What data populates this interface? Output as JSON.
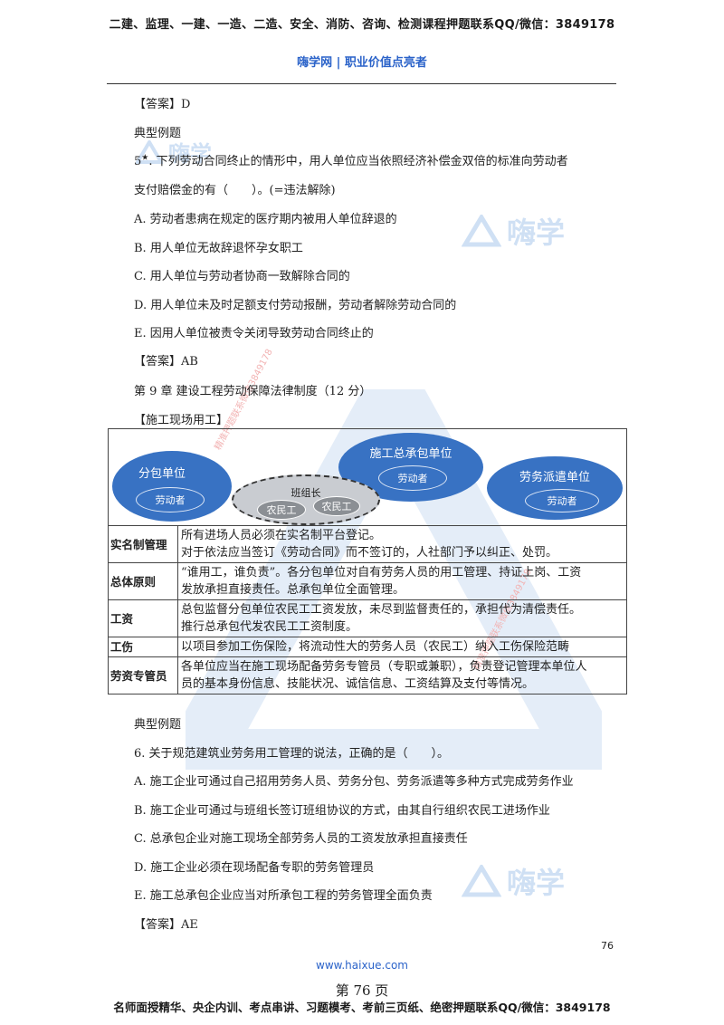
{
  "header": {
    "top_line": "二建、监理、一建、一造、二造、安全、消防、咨询、检测课程押题联系QQ/微信：3849178",
    "brand": "嗨学网 | 职业价值点亮者"
  },
  "watermark": {
    "text": "嗨学",
    "stamp": "精准押题联系微信3849178"
  },
  "block1": {
    "answer_prev": "【答案】D",
    "example_label": "典型例题",
    "q5_num": "5",
    "q5_star": "★",
    "q5_line1": ". 下列劳动合同终止的情形中，用人单位应当依照经济补偿金双倍的标准向劳动者",
    "q5_line2": "支付赔偿金的有（　　）。(=违法解除)",
    "options": [
      "A.  劳动者患病在规定的医疗期内被用人单位辞退的",
      "B.  用人单位无故辞退怀孕女职工",
      "C.  用人单位与劳动者协商一致解除合同的",
      "D.  用人单位未及时足额支付劳动报酬，劳动者解除劳动合同的",
      "E.  因用人单位被责令关闭导致劳动合同终止的"
    ],
    "answer": "【答案】AB",
    "chapter": "第 9 章  建设工程劳动保障法律制度（12 分）",
    "section": "【施工现场用工】"
  },
  "diagram": {
    "subcontractor": "分包单位",
    "subcontractor_inner": "劳动者",
    "general_contractor": "施工总承包单位",
    "general_inner": "劳动者",
    "dispatch": "劳务派遣单位",
    "dispatch_inner": "劳动者",
    "team_leader": "班组长",
    "worker1": "农民工",
    "worker2": "农民工"
  },
  "table": {
    "rows": [
      {
        "key": "实名制管理",
        "lines": [
          "所有进场人员必须在实名制平台登记。",
          "对于依法应当签订《劳动合同》而不签订的，人社部门予以纠正、处罚。"
        ]
      },
      {
        "key": "总体原则",
        "lines": [
          "“谁用工，谁负责”。各分包单位对自有劳务人员的用工管理、持证上岗、工资",
          "发放承担直接责任。总承包单位全面管理。"
        ]
      },
      {
        "key": "工资",
        "lines": [
          "总包监督分包单位农民工工资发放，未尽到监督责任的，承担代为清偿责任。",
          "推行总承包代发农民工工资制度。"
        ]
      },
      {
        "key": "工伤",
        "lines": [
          "以项目参加工伤保险，将流动性大的劳务人员（农民工）纳入工伤保险范畴"
        ]
      },
      {
        "key": "劳资专管员",
        "lines": [
          "各单位应当在施工现场配备劳务专管员（专职或兼职），负责登记管理本单位人",
          "员的基本身份信息、技能状况、诚信信息、工资结算及支付等情况。"
        ]
      }
    ]
  },
  "block2": {
    "example_label": "典型例题",
    "q6": "6. 关于规范建筑业劳务用工管理的说法，正确的是（　　）。",
    "options": [
      "A.  施工企业可通过自己招用劳务人员、劳务分包、劳务派遣等多种方式完成劳务作业",
      "B.  施工企业可通过与班组长签订班组协议的方式，由其自行组织农民工进场作业",
      "C. 总承包企业对施工现场全部劳务人员的工资发放承担直接责任",
      "D. 施工企业必须在现场配备专职的劳务管理员",
      "E. 施工总承包企业应当对所承包工程的劳务管理全面负责"
    ],
    "answer": "【答案】AE"
  },
  "footer": {
    "page_num": "76",
    "url": "www.haixue.com",
    "page_text": "第 76 页",
    "bottom_line": "名师面授精华、央企内训、考点串讲、习题模考、考前三页纸、绝密押题联系QQ/微信：3849178"
  }
}
